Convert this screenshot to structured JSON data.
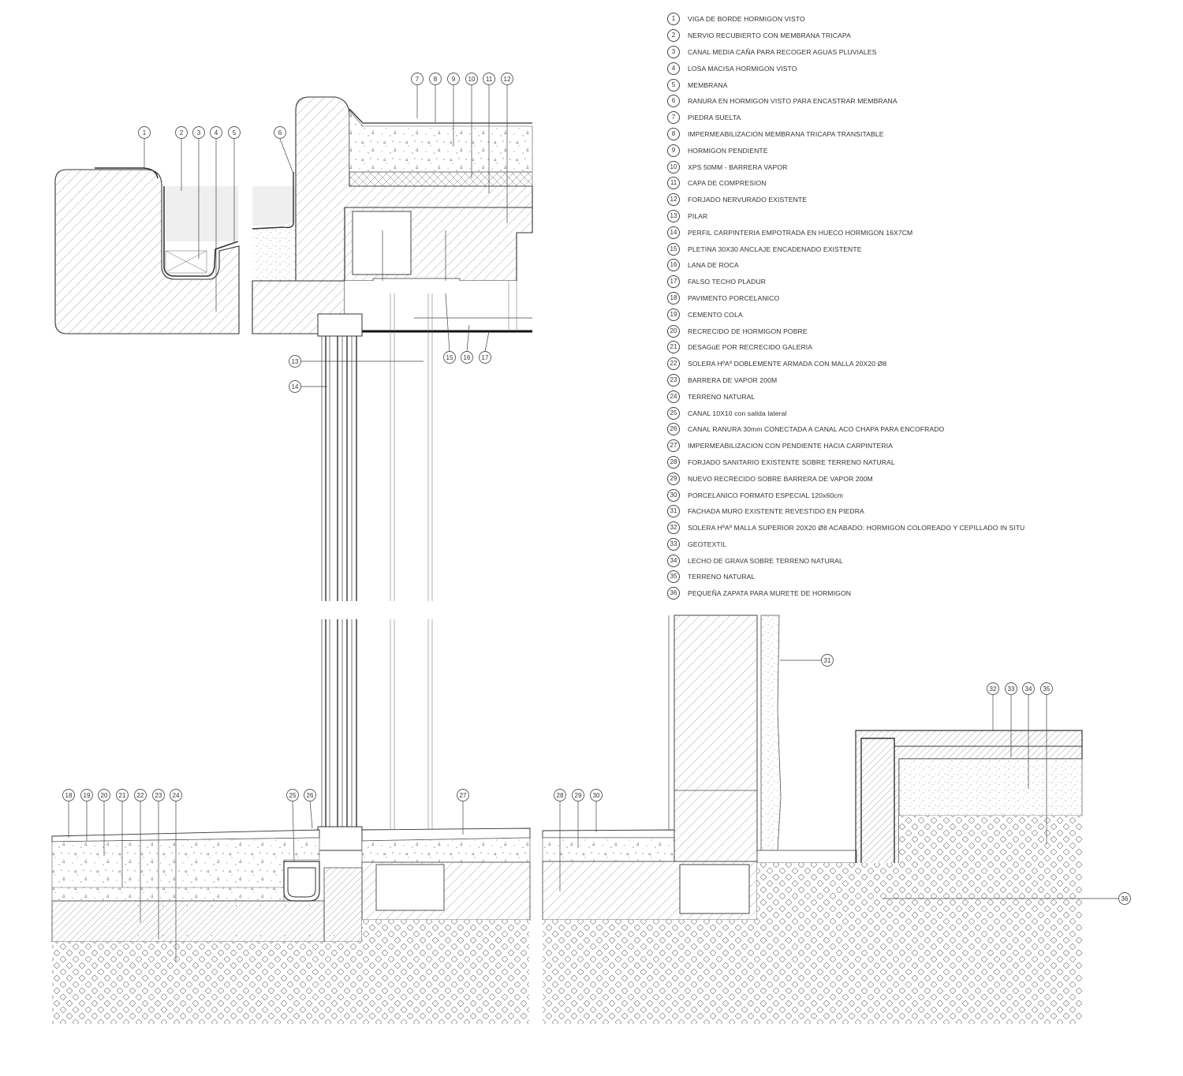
{
  "legend": [
    {
      "num": "1",
      "text": "VIGA DE BORDE HORMIGON VISTO"
    },
    {
      "num": "2",
      "text": "NERVIO RECUBIERTO CON MEMBRANA TRICAPA"
    },
    {
      "num": "3",
      "text": "CANAL MEDIA CAÑA PARA RECOGER AGUAS PLUVIALES"
    },
    {
      "num": "4",
      "text": "LOSA MACISA HORMIGON VISTO"
    },
    {
      "num": "5",
      "text": "MEMBRANA"
    },
    {
      "num": "6",
      "text": "RANURA EN HORMIGON VISTO PARA ENCASTRAR MEMBRANA"
    },
    {
      "num": "7",
      "text": "PIEDRA SUELTA"
    },
    {
      "num": "8",
      "text": "IMPERMEABILIZACION MEMBRANA TRICAPA TRANSITABLE"
    },
    {
      "num": "9",
      "text": "HORMIGON PENDIENTE"
    },
    {
      "num": "10",
      "text": "XPS 50MM - BARRERA VAPOR"
    },
    {
      "num": "11",
      "text": "CAPA DE COMPRESION"
    },
    {
      "num": "12",
      "text": "FORJADO NERVURADO  EXISTENTE"
    },
    {
      "num": "13",
      "text": "PILAR"
    },
    {
      "num": "14",
      "text": "PERFIL  CARPINTERIA EMPOTRADA EN HUECO HORMIGON 16X7CM"
    },
    {
      "num": "15",
      "text": "PLETINA 30X30 ANCLAJE ENCADENADO EXISTENTE"
    },
    {
      "num": "16",
      "text": "LANA DE ROCA"
    },
    {
      "num": "17",
      "text": "FALSO TECHO PLADUR"
    },
    {
      "num": "18",
      "text": "PAVIMENTO PORCELANICO"
    },
    {
      "num": "19",
      "text": "CEMENTO COLA"
    },
    {
      "num": "20",
      "text": "RECRECIDO DE HORMIGON POBRE"
    },
    {
      "num": "21",
      "text": "DESAGüE POR RECRECIDO GALERIA"
    },
    {
      "num": "22",
      "text": "SOLERA HºAº  DOBLEMENTE ARMADA CON MALLA 20X20 Ø8"
    },
    {
      "num": "23",
      "text": "BARRERA  DE VAPOR 200M"
    },
    {
      "num": "24",
      "text": "TERRENO NATURAL"
    },
    {
      "num": "25",
      "text": "CANAL 10X10 con salida lateral"
    },
    {
      "num": "26",
      "text": "CANAL  RANURA 30mm CONECTADA A CANAL ACO CHAPA PARA  ENCOFRADO"
    },
    {
      "num": "27",
      "text": "IMPERMEABILIZACION CON PENDIENTE HACIA CARPINTERIA"
    },
    {
      "num": "28",
      "text": "FORJADO SANITARIO EXISTENTE SOBRE TERRENO NATURAL"
    },
    {
      "num": "29",
      "text": "NUEVO RECRECIDO SOBRE BARRERA DE VAPOR 200M"
    },
    {
      "num": "30",
      "text": "PORCELANICO FORMATO ESPECIAL 120x60cm"
    },
    {
      "num": "31",
      "text": "FACHADA MURO EXISTENTE REVESTIDO EN PIEDRA"
    },
    {
      "num": "32",
      "text": "SOLERA HºAº  MALLA SUPERIOR 20X20 Ø8 ACABADO: HORMIGON COLOREADO Y CEPILLADO IN SITU"
    },
    {
      "num": "33",
      "text": "GEOTEXTIL"
    },
    {
      "num": "34",
      "text": "LECHO DE GRAVA SOBRE TERRENO NATURAL"
    },
    {
      "num": "35",
      "text": "TERRENO NATURAL"
    },
    {
      "num": "36",
      "text": "PEQUEÑA ZAPATA PARA MURETE DE HORMIGON"
    }
  ],
  "callouts": [
    {
      "n": "1"
    },
    {
      "n": "2"
    },
    {
      "n": "3"
    },
    {
      "n": "4"
    },
    {
      "n": "5"
    },
    {
      "n": "6"
    },
    {
      "n": "7"
    },
    {
      "n": "8"
    },
    {
      "n": "9"
    },
    {
      "n": "10"
    },
    {
      "n": "11"
    },
    {
      "n": "12"
    },
    {
      "n": "13"
    },
    {
      "n": "14"
    },
    {
      "n": "15"
    },
    {
      "n": "16"
    },
    {
      "n": "17"
    },
    {
      "n": "18"
    },
    {
      "n": "19"
    },
    {
      "n": "20"
    },
    {
      "n": "21"
    },
    {
      "n": "22"
    },
    {
      "n": "23"
    },
    {
      "n": "24"
    },
    {
      "n": "25"
    },
    {
      "n": "26"
    },
    {
      "n": "27"
    },
    {
      "n": "28"
    },
    {
      "n": "29"
    },
    {
      "n": "30"
    },
    {
      "n": "31"
    },
    {
      "n": "32"
    },
    {
      "n": "33"
    },
    {
      "n": "34"
    },
    {
      "n": "35"
    },
    {
      "n": "36"
    }
  ]
}
